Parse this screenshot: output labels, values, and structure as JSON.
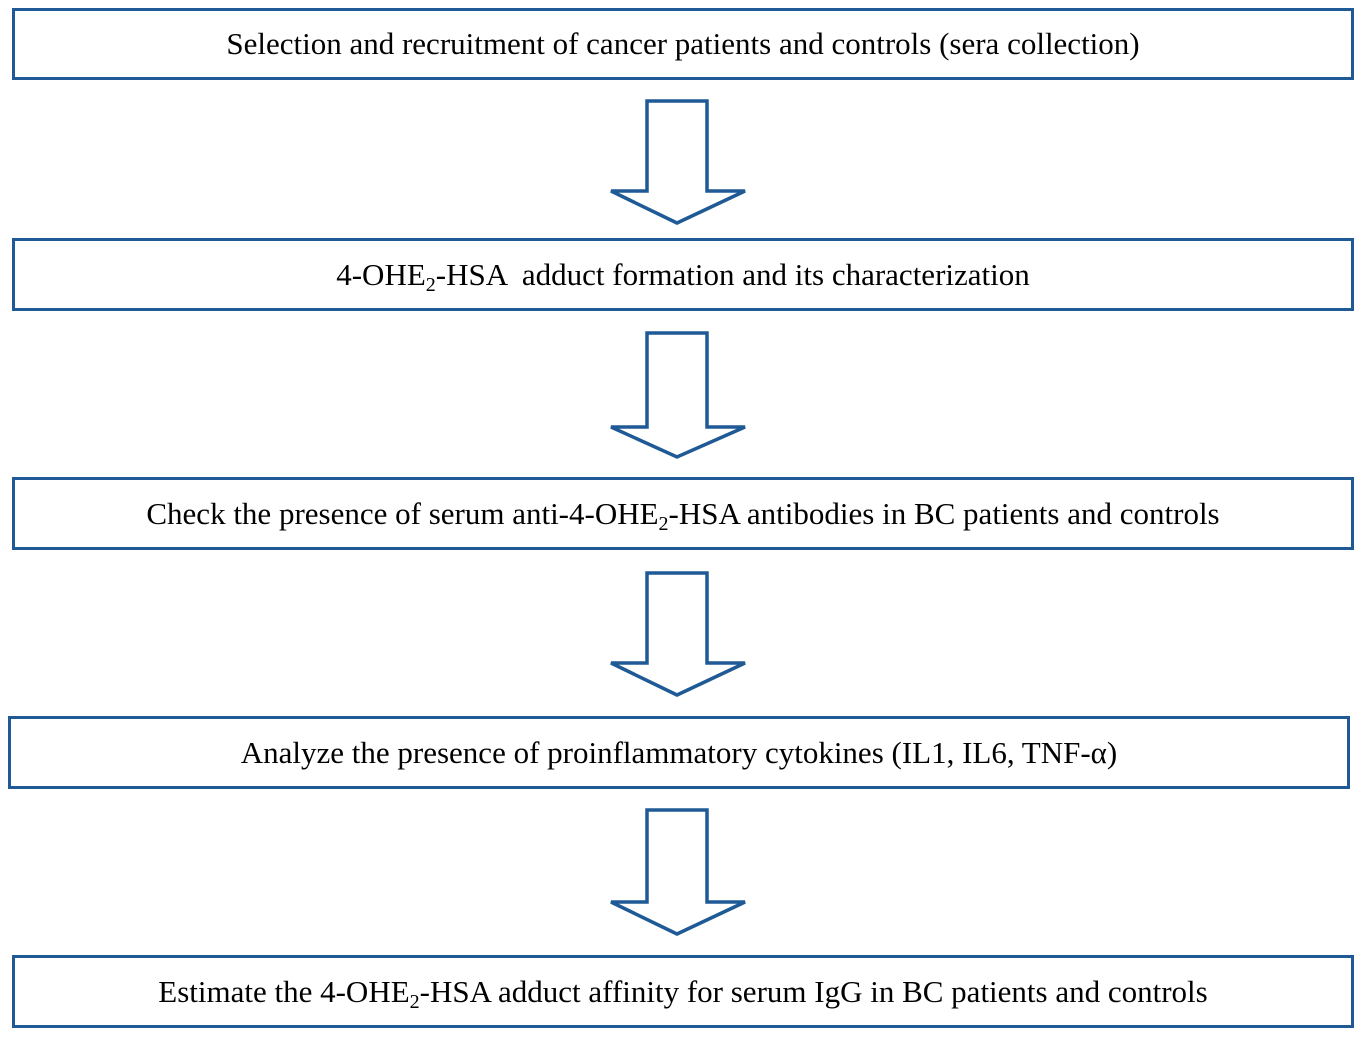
{
  "diagram": {
    "steps": [
      {
        "parts": [
          "Selection and recruitment of cancer patients and controls (sera collection)"
        ]
      },
      {
        "parts": [
          "4-OHE",
          "2",
          "-HSA  adduct formation and its characterization"
        ]
      },
      {
        "parts": [
          "Check the presence of serum anti-4-OHE",
          "2",
          "-HSA antibodies in BC patients and controls"
        ]
      },
      {
        "parts": [
          "Analyze the presence of proinflammatory cytokines (IL1, IL6, TNF-α)"
        ]
      },
      {
        "parts": [
          "Estimate the 4-OHE",
          "2",
          "-HSA adduct affinity for serum IgG in BC patients and controls"
        ]
      }
    ],
    "colors": {
      "border": "#1f5a96",
      "text": "#000000",
      "background": "#ffffff"
    }
  }
}
